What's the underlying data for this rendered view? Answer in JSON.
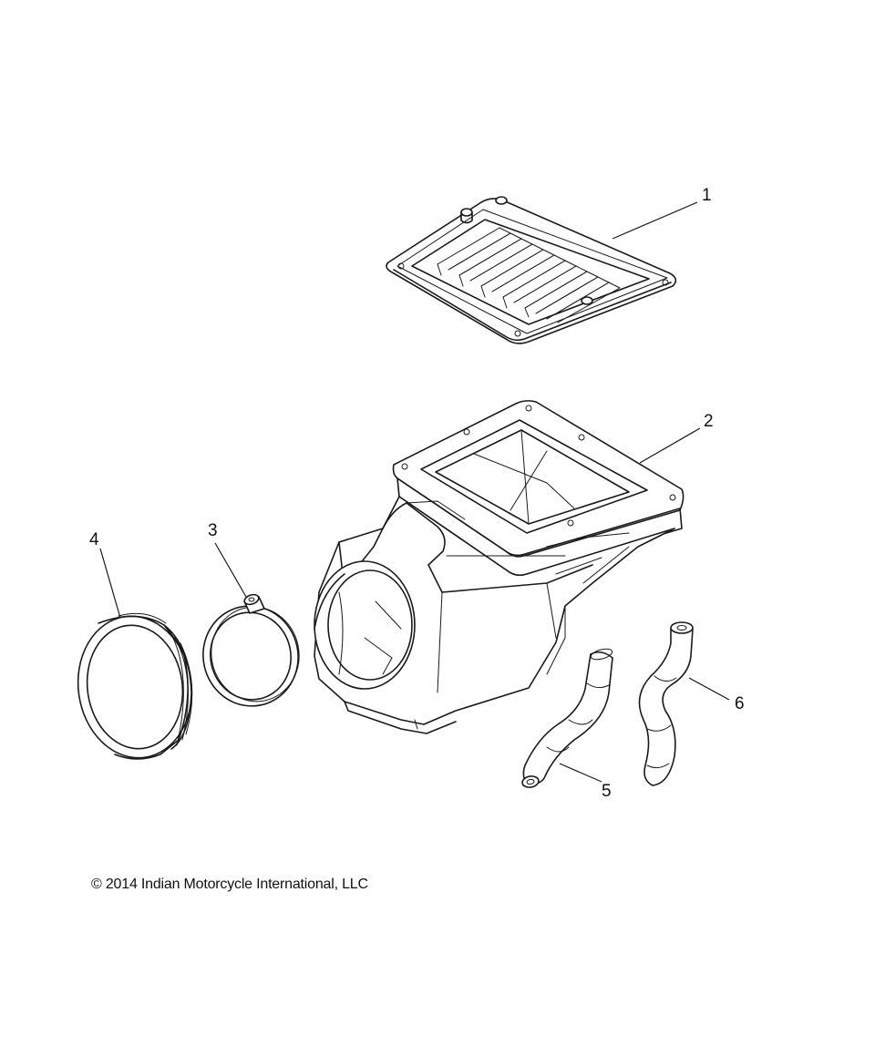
{
  "callouts": {
    "p1": "1",
    "p2": "2",
    "p3": "3",
    "p4": "4",
    "p5": "5",
    "p6": "6"
  },
  "footer": {
    "copyright_symbol": "©",
    "copyright_text": "2014 Indian Motorcycle International, LLC"
  },
  "colors": {
    "line": "#1a1a1a",
    "background": "#ffffff"
  }
}
